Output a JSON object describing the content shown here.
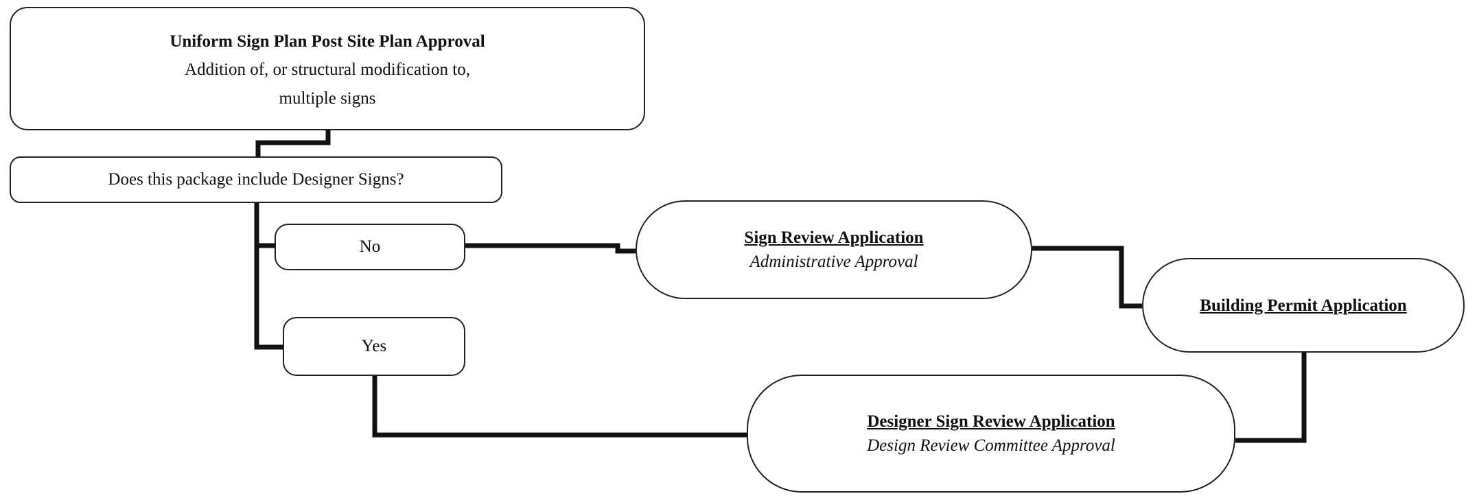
{
  "diagram": {
    "start": {
      "title": "Uniform Sign Plan Post Site Plan Approval",
      "line2": "Addition of, or structural modification to,",
      "line3": "multiple signs"
    },
    "question": "Does this package include Designer Signs?",
    "no_option": "No",
    "yes_option": "Yes",
    "sign_review": {
      "title": "Sign Review Application",
      "subtitle": "Administrative Approval"
    },
    "building_permit": {
      "title": "Building Permit Application"
    },
    "designer_review": {
      "title": "Designer Sign Review Application",
      "subtitle": "Design Review Committee Approval"
    }
  },
  "colors": {
    "line": "#111111",
    "border": "#222222",
    "background": "#ffffff"
  }
}
